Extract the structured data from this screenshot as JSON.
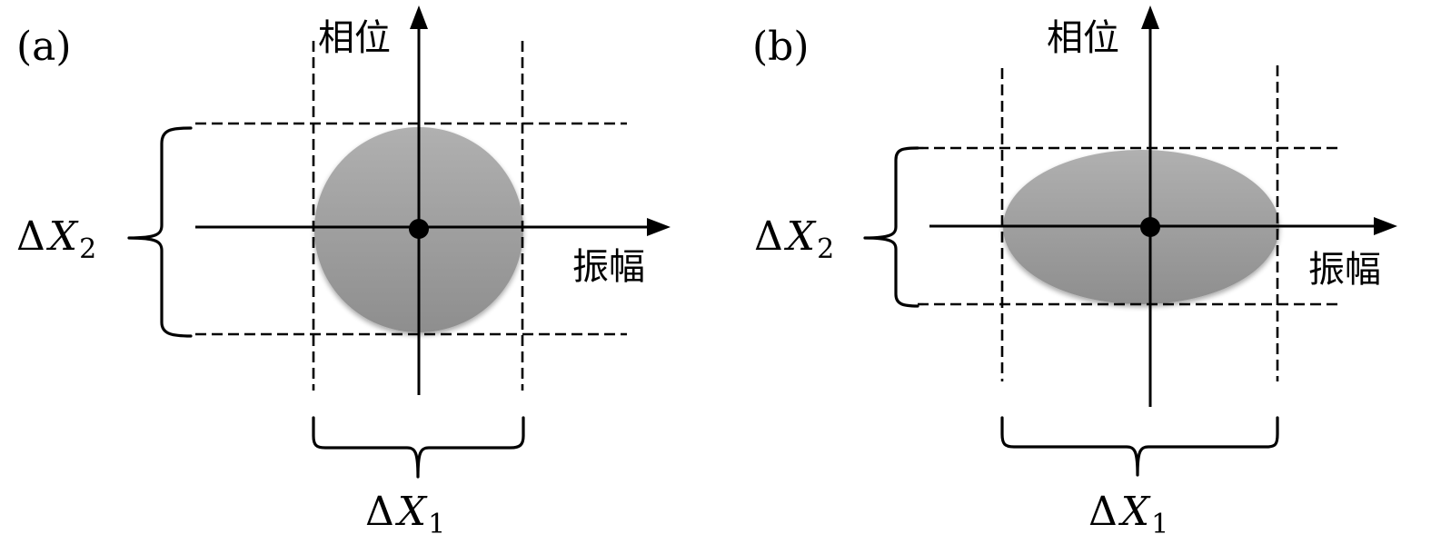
{
  "figure": {
    "panels": [
      {
        "id": "a",
        "label": "(a)",
        "axis_vertical_label": "相位",
        "axis_horizontal_label": "振幅",
        "uncertainty_x1_label": {
          "delta": "Δ",
          "var": "X",
          "sub": "1"
        },
        "uncertainty_x2_label": {
          "delta": "Δ",
          "var": "X",
          "sub": "2"
        },
        "state_shape": "circle",
        "description": "coherent state: equal quadrature uncertainties"
      },
      {
        "id": "b",
        "label": "(b)",
        "axis_vertical_label": "相位",
        "axis_horizontal_label": "振幅",
        "uncertainty_x1_label": {
          "delta": "Δ",
          "var": "X",
          "sub": "1"
        },
        "uncertainty_x2_label": {
          "delta": "Δ",
          "var": "X",
          "sub": "2"
        },
        "state_shape": "ellipse",
        "description": "squeezed state: reduced ΔX2, increased ΔX1"
      }
    ],
    "colors": {
      "ink": "#000000",
      "fill_top": "#b0b0b0",
      "fill_bottom": "#8f8f8f",
      "background": "#ffffff"
    }
  }
}
